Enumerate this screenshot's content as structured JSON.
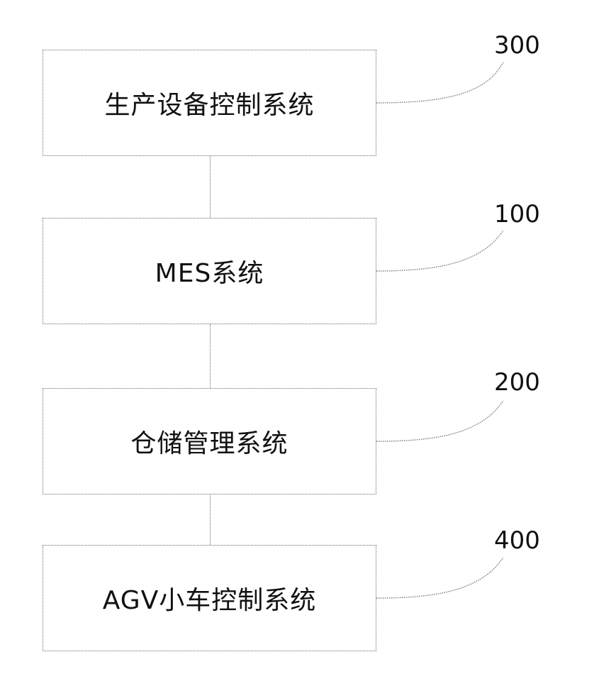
{
  "boxes": [
    {
      "text": "生产设备控制系统",
      "ref": "300"
    },
    {
      "text": "MES系统",
      "ref": "100"
    },
    {
      "text": "仓储管理系统",
      "ref": "200"
    },
    {
      "text": "AGV小车控制系统",
      "ref": "400"
    }
  ],
  "colors": {
    "box_border": "#6c6c6c",
    "text": "#111111",
    "background": "#ffffff"
  }
}
